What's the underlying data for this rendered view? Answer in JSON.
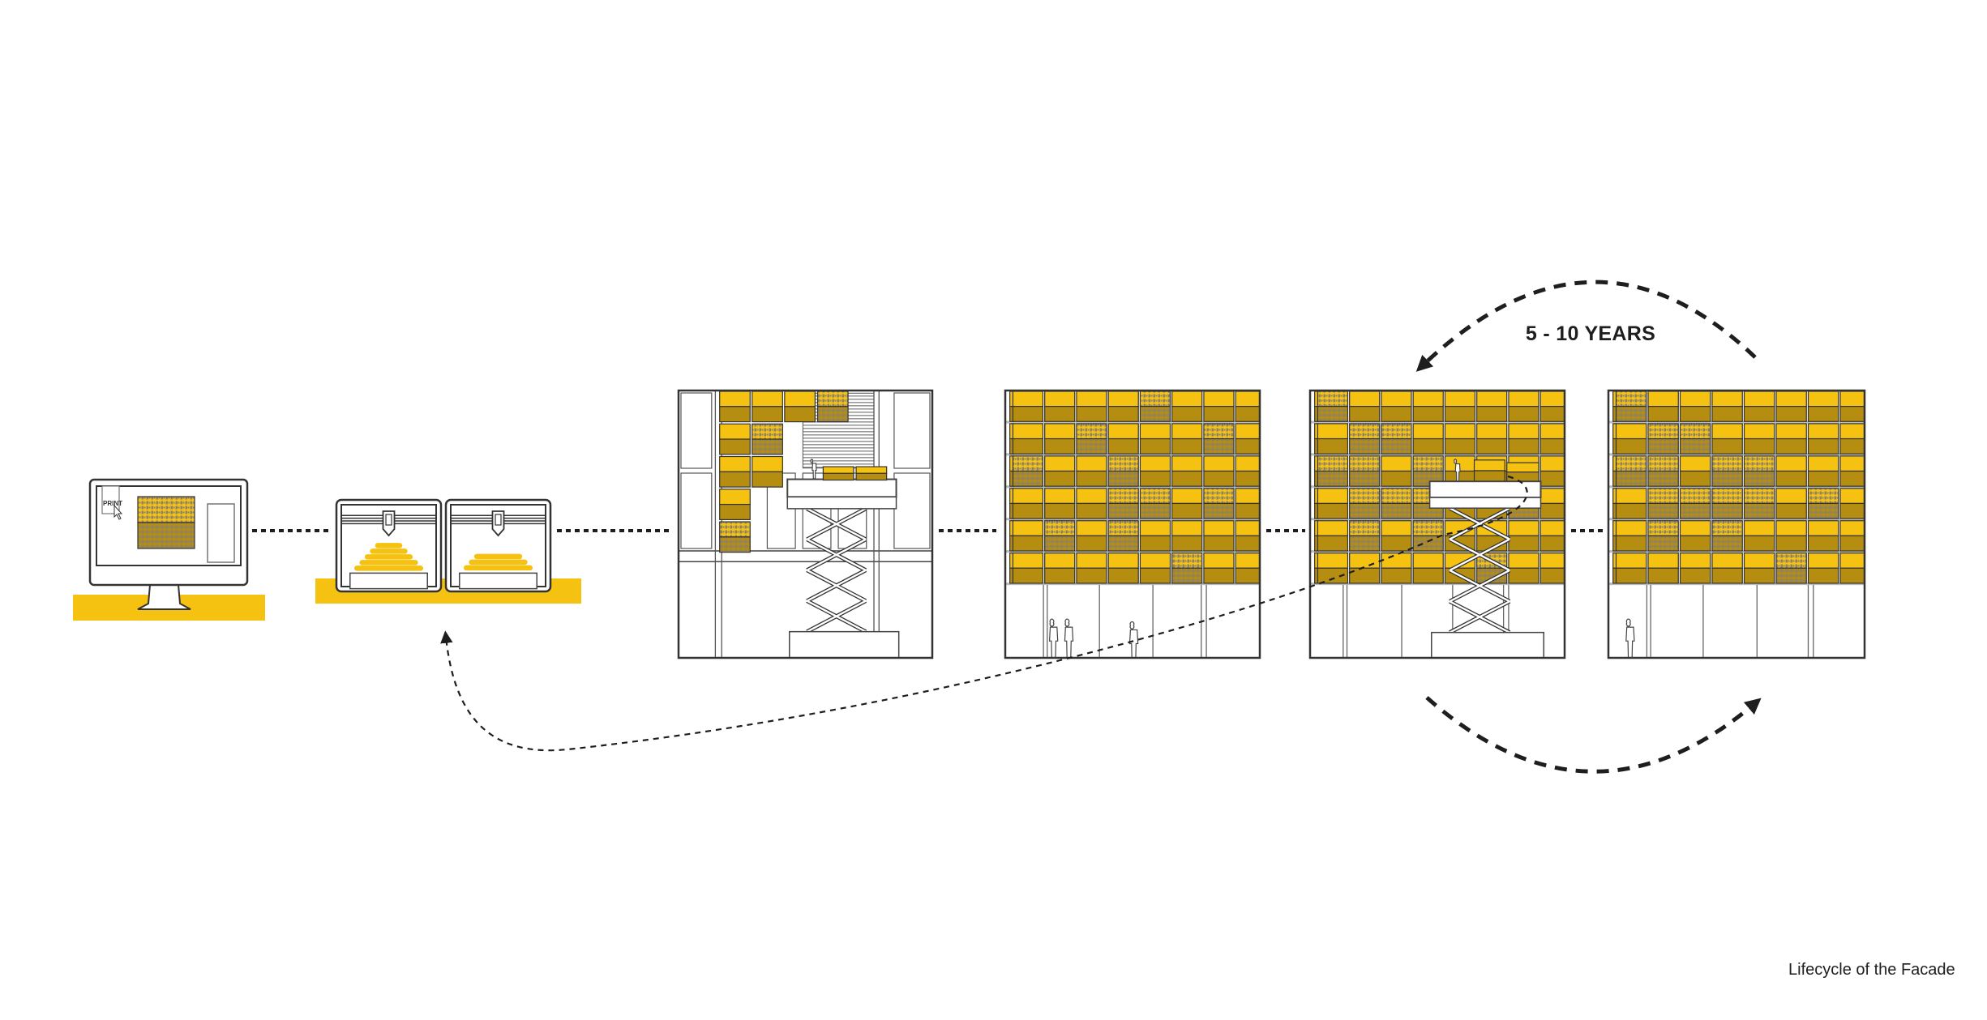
{
  "diagram": {
    "title": "Lifecycle of the Facade",
    "cycle_label": "5 - 10 YEARS",
    "monitor": {
      "button_label": "PRINT"
    },
    "stages": [
      {
        "name": "design"
      },
      {
        "name": "3d-printing"
      },
      {
        "name": "installation"
      },
      {
        "name": "complete-facade"
      },
      {
        "name": "replacement"
      },
      {
        "name": "renewed-facade"
      }
    ]
  },
  "colors": {
    "accent_yellow": "#F5C211",
    "module_dark": "#B58D10",
    "line": "#1e1e1e",
    "pattern_gray": "#8a8170"
  }
}
